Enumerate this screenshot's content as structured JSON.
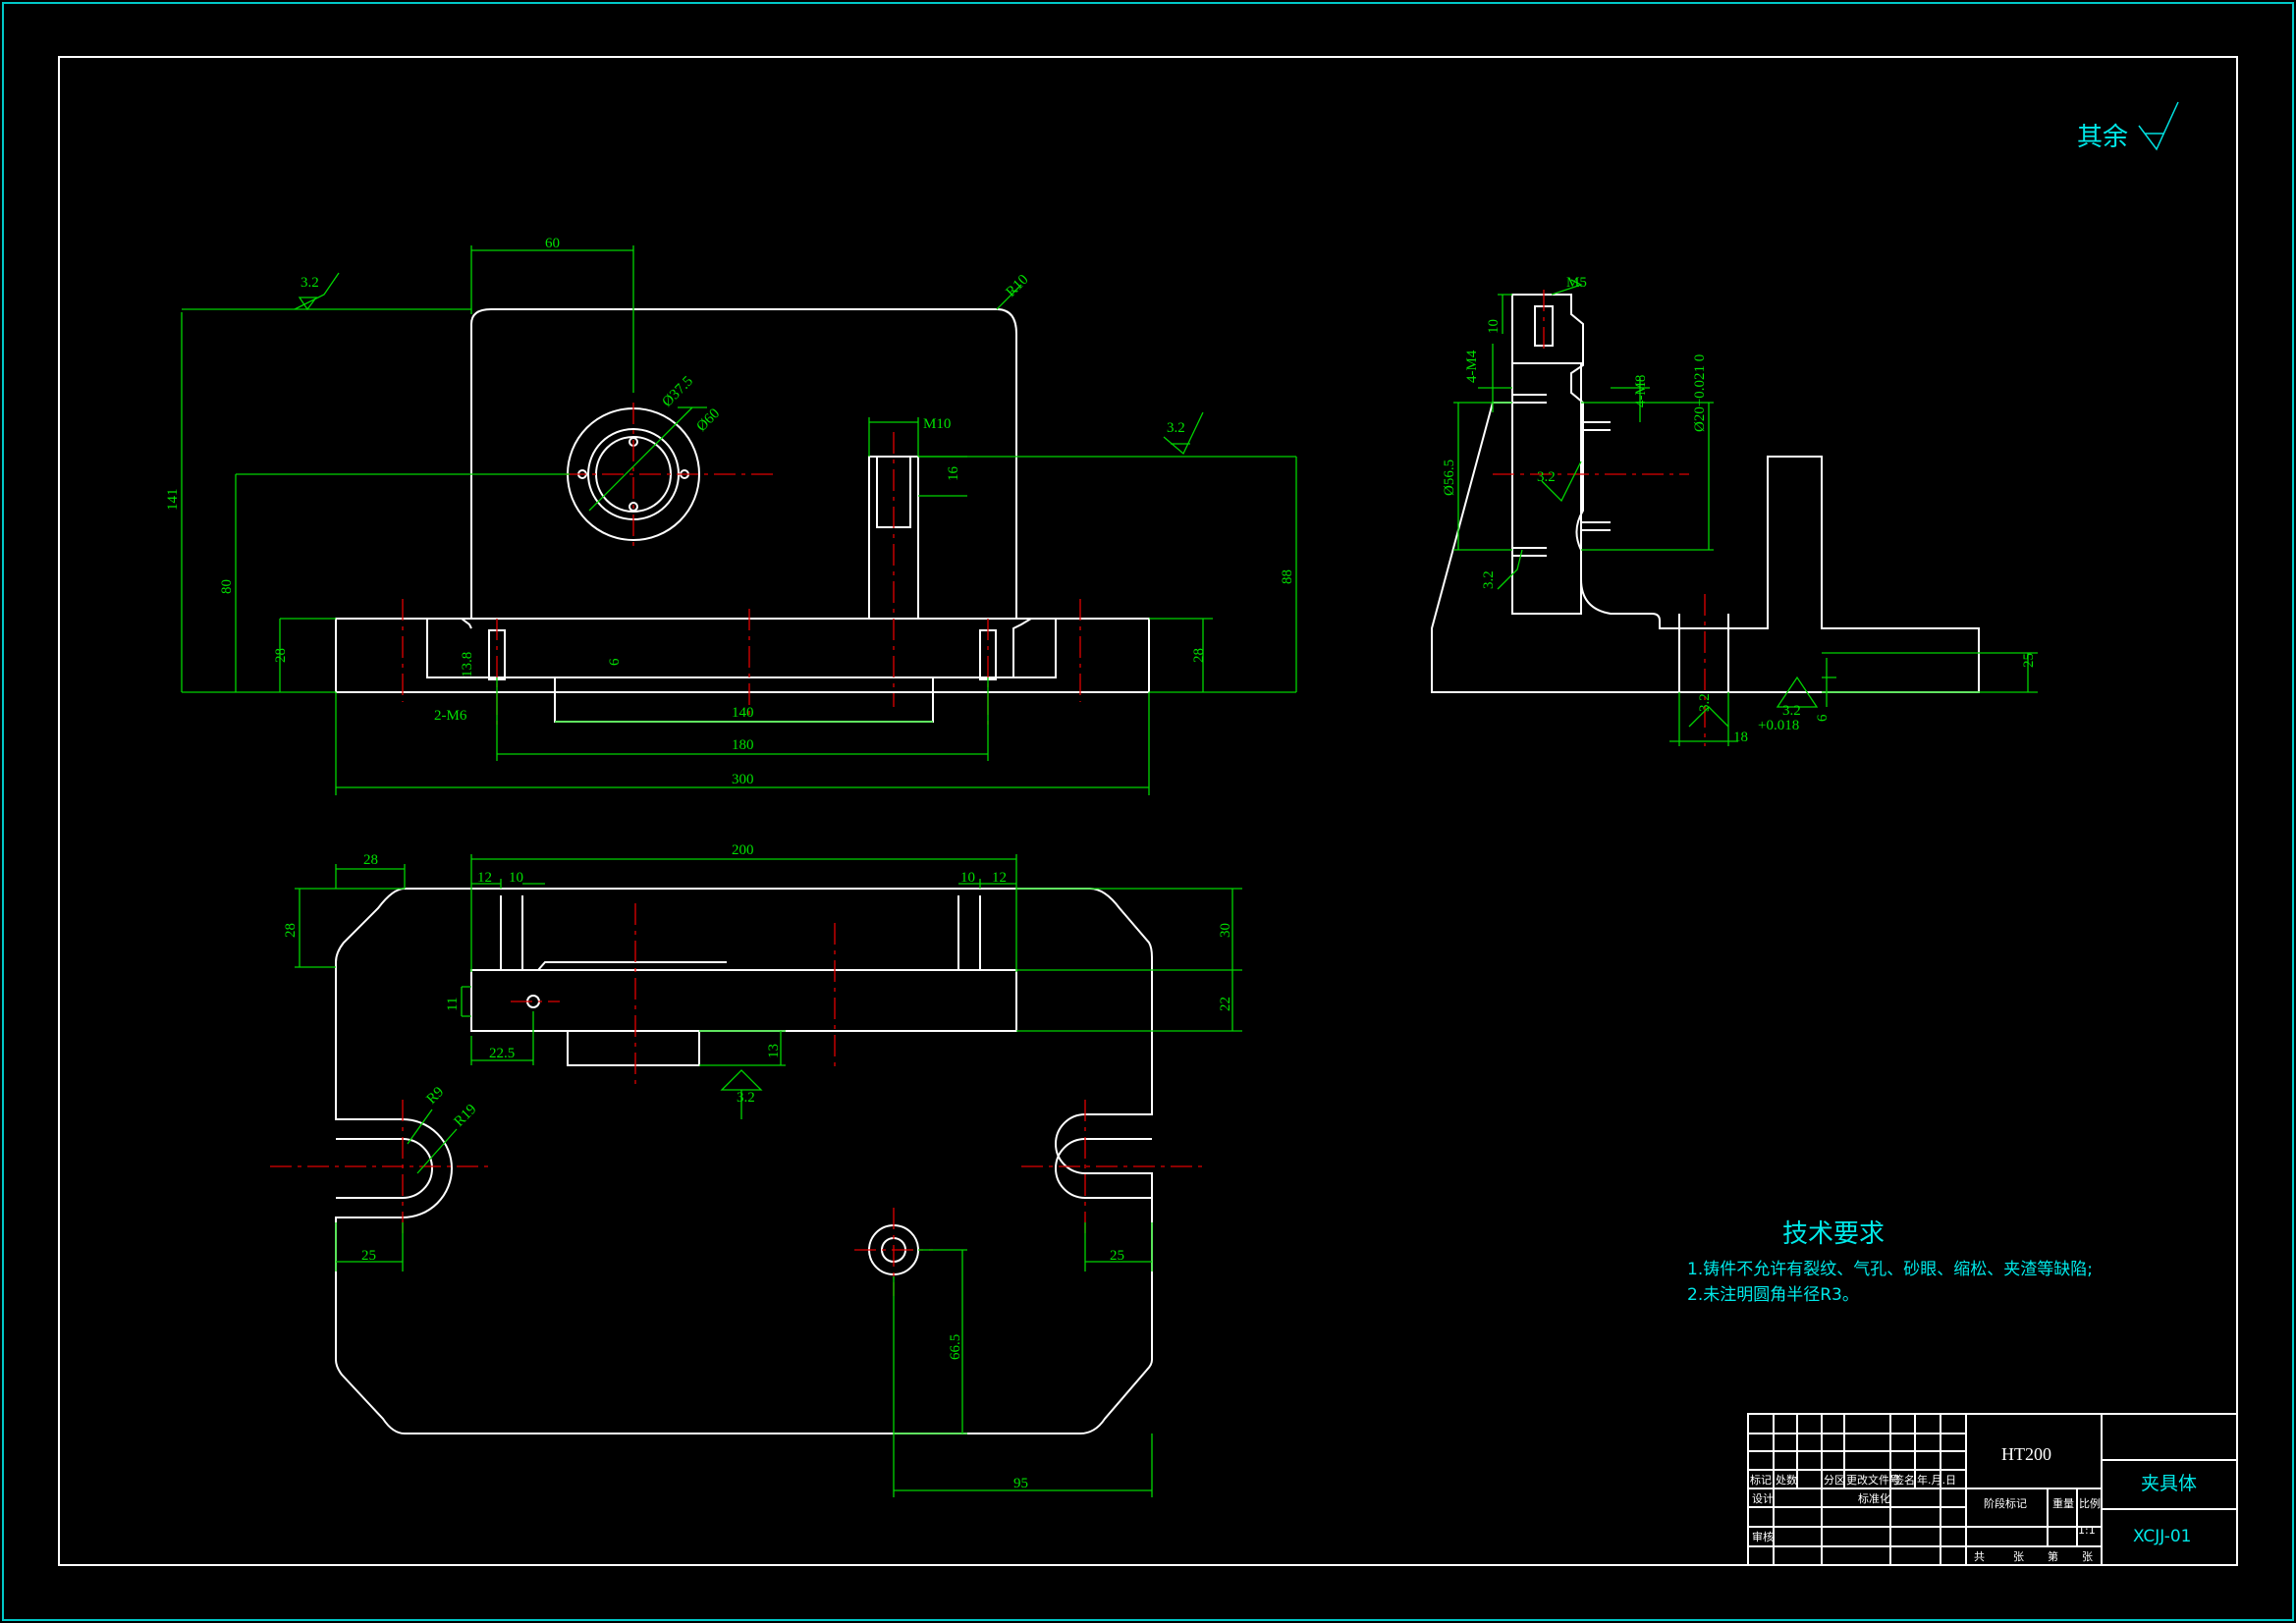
{
  "surface_finish": {
    "label": "其余"
  },
  "tech_requirements": {
    "title": "技术要求",
    "items": [
      "1.铸件不允许有裂纹、气孔、砂眼、缩松、夹渣等缺陷;",
      "2.未注明圆角半径R3。"
    ]
  },
  "title_block": {
    "material": "HT200",
    "part_name": "夹具体",
    "drawing_no": "XCJJ-01",
    "scale": "1:1",
    "header_cells": [
      "标记",
      "处数",
      "分区",
      "更改文件号",
      "签名",
      "年.月.日"
    ],
    "row_labels": [
      "设计",
      "标准化",
      "审核"
    ],
    "stage_cells": [
      "阶段标记",
      "重量",
      "比例"
    ],
    "sheet_cells": [
      "共",
      "张",
      "第",
      "张"
    ]
  },
  "dims_front": [
    "60",
    "R10",
    "3.2",
    "141",
    "80",
    "28",
    "Ø37.5",
    "Ø60",
    "M10",
    "16",
    "3.2",
    "88",
    "28",
    "13.8",
    "6",
    "2-M6",
    "140",
    "180",
    "300"
  ],
  "dims_side": [
    "M5",
    "10",
    "4-M4",
    "4-M8",
    "Ø20+0.021 0",
    "Ø56.5",
    "3.2",
    "3.2",
    "25",
    "3.2",
    "3.2",
    "18",
    "6",
    "+0.018"
  ],
  "dims_top": [
    "28",
    "200",
    "12",
    "10",
    "10",
    "12",
    "28",
    "30",
    "22",
    "11",
    "22.5",
    "13",
    "3.2",
    "R9",
    "R19",
    "25",
    "25",
    "66.5",
    "95"
  ]
}
